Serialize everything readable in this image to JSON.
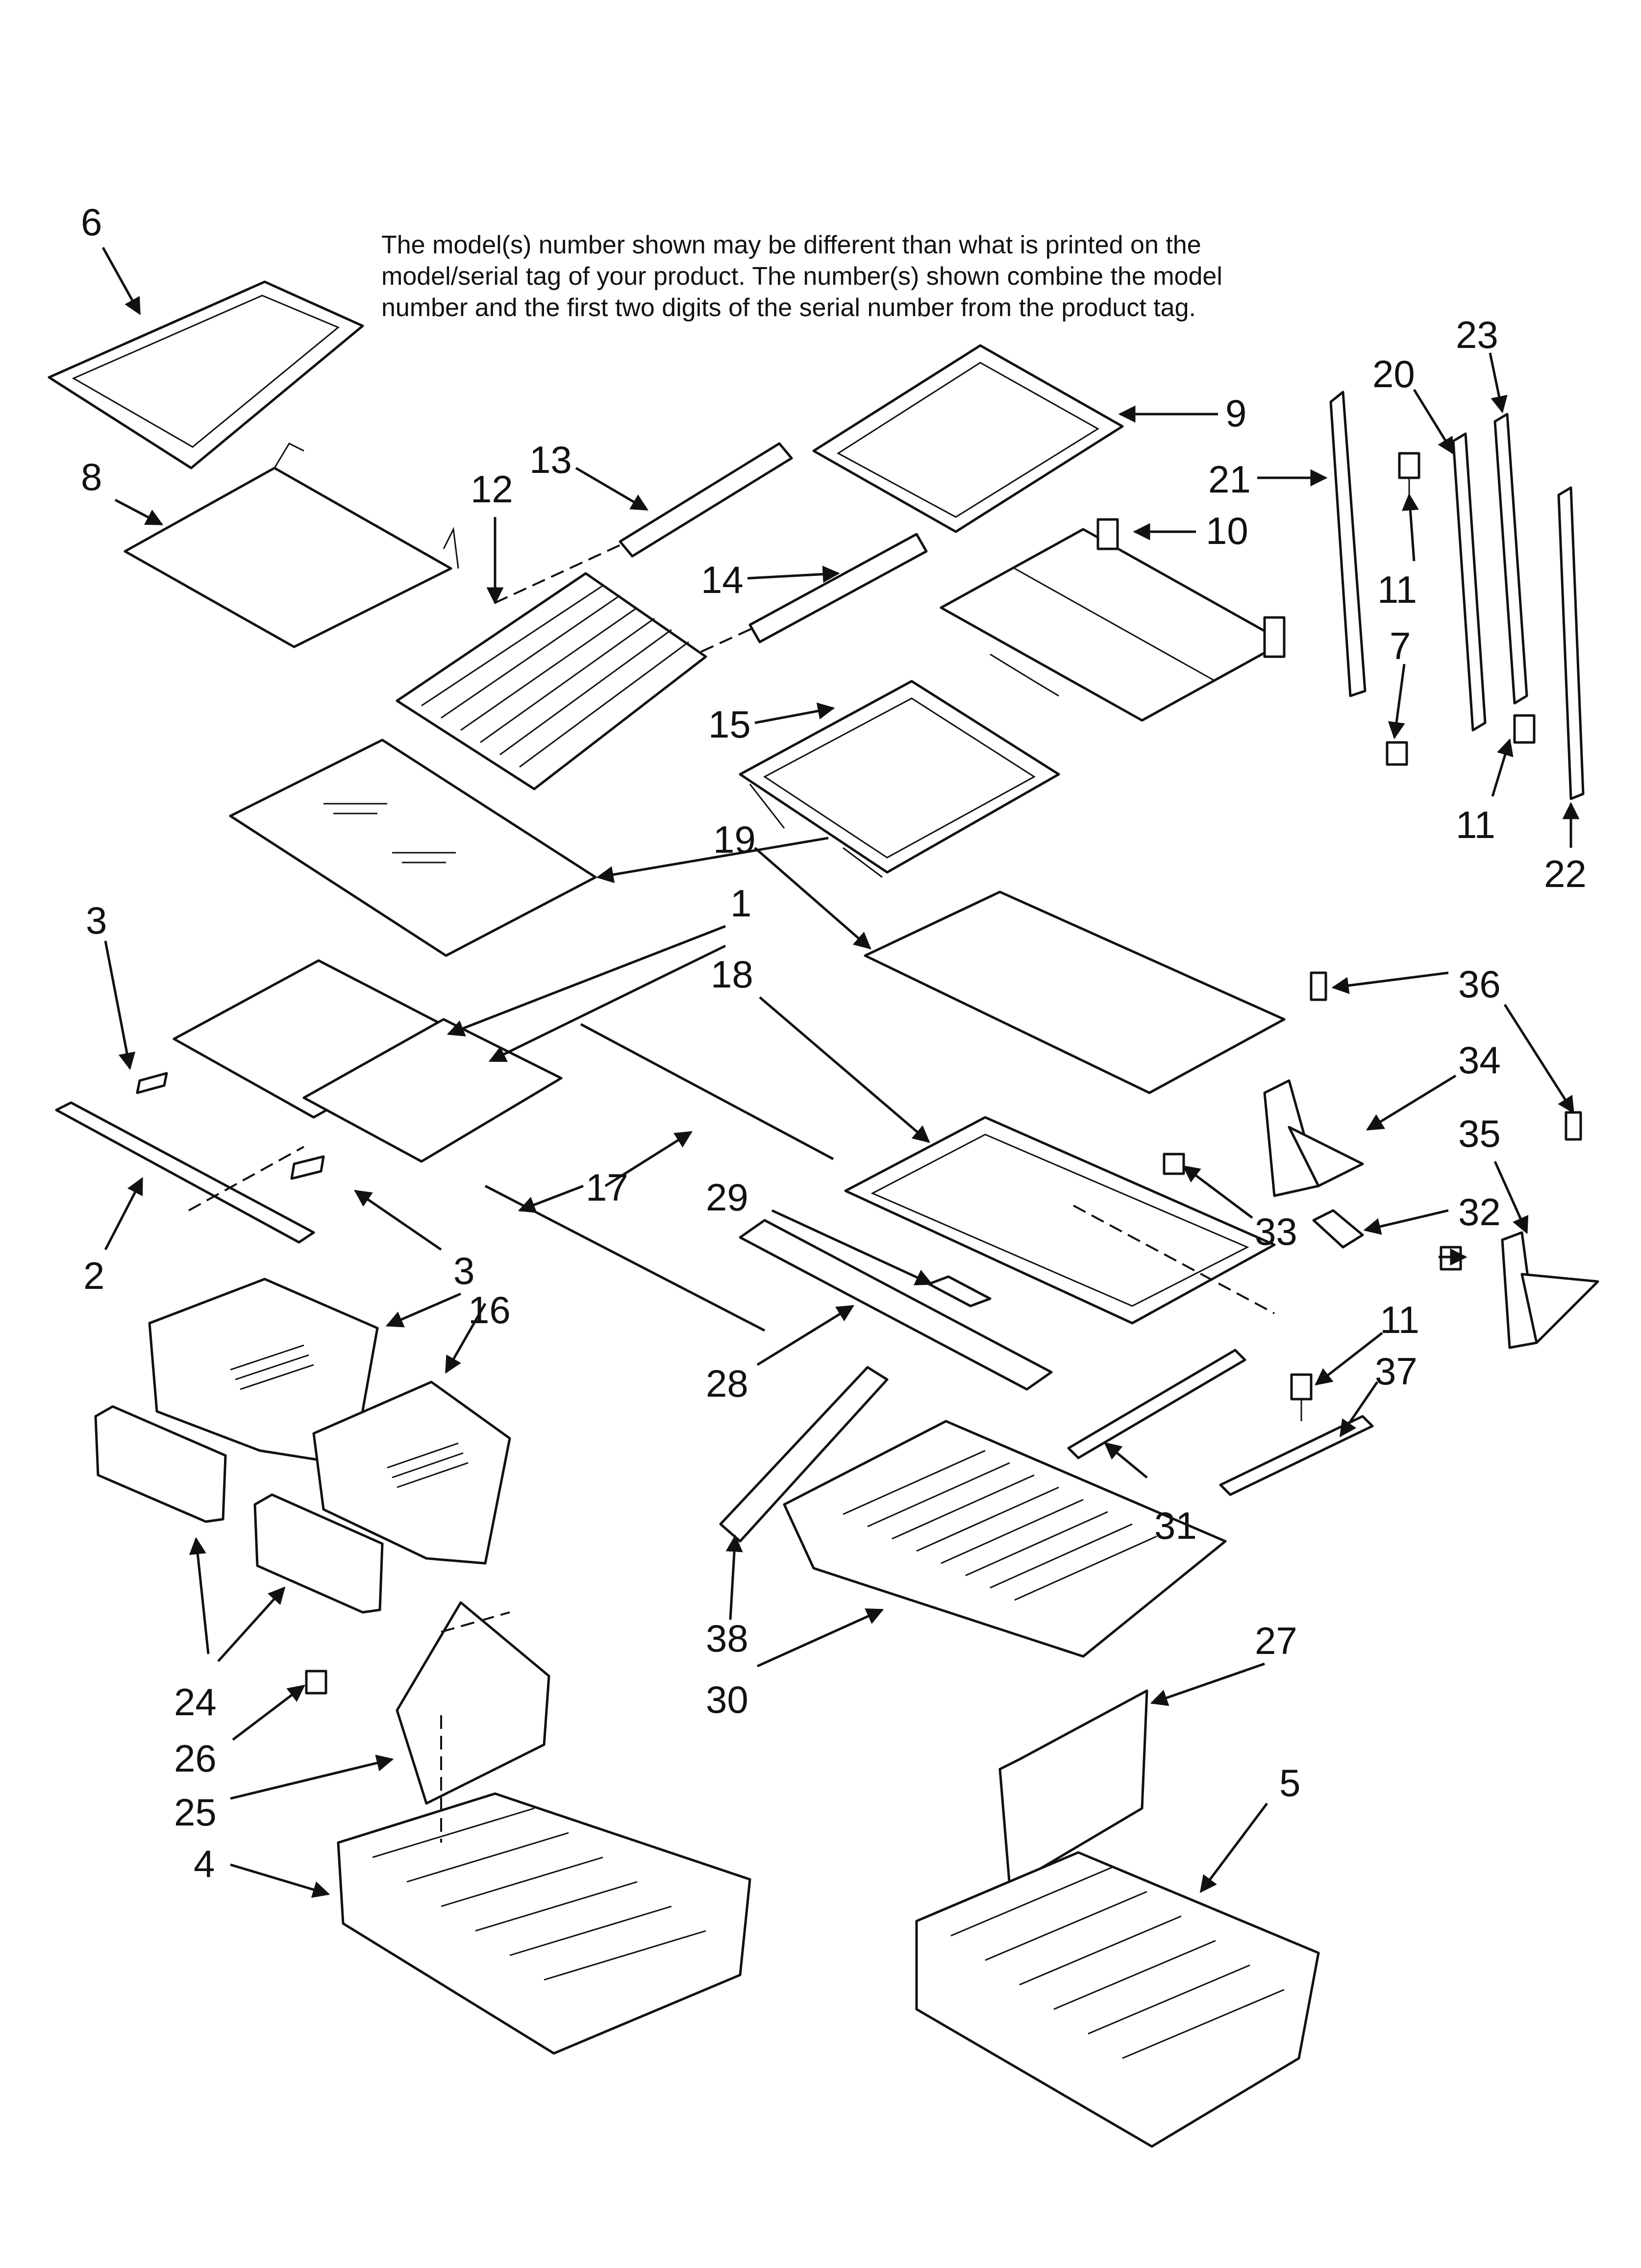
{
  "note": {
    "lines": [
      "The model(s) number shown may be different than what is printed on the",
      "model/serial tag of your product. The number(s) shown combine the model",
      "number and the first two digits of the serial number from the product tag."
    ]
  },
  "callouts": [
    "1",
    "2",
    "3",
    "4",
    "5",
    "6",
    "7",
    "8",
    "9",
    "10",
    "11",
    "12",
    "13",
    "14",
    "15",
    "16",
    "17",
    "18",
    "19",
    "20",
    "21",
    "22",
    "23",
    "24",
    "25",
    "26",
    "27",
    "28",
    "29",
    "30",
    "31",
    "32",
    "33",
    "34",
    "35",
    "36",
    "37",
    "38"
  ],
  "colors": {
    "ink": "#111111",
    "paper": "#ffffff"
  }
}
